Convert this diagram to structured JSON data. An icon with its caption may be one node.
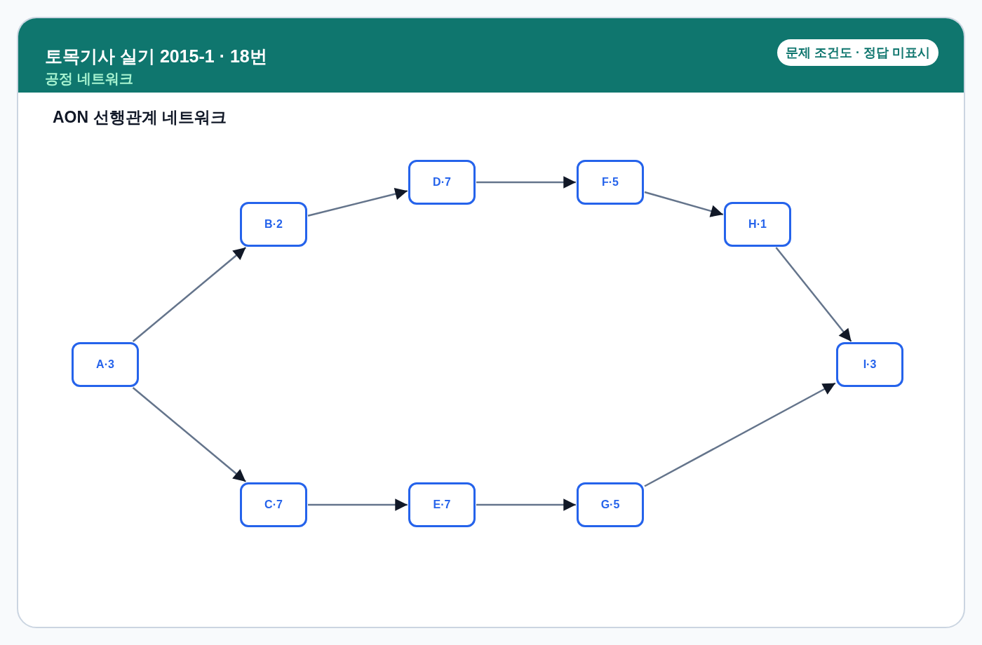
{
  "diagram": {
    "title": "토목기사 실기 2015-1 · 18번",
    "nodes": [
      {
        "text": [
          "A·3"
        ]
      },
      {
        "text": [
          "B·2"
        ]
      },
      {
        "text": [
          "C·7"
        ]
      },
      {
        "text": [
          "D·7"
        ]
      },
      {
        "text": [
          "E·7"
        ]
      },
      {
        "text": [
          "F·5"
        ]
      },
      {
        "text": [
          "G·5"
        ]
      },
      {
        "text": [
          "H·1"
        ]
      },
      {
        "text": [
          "I·3"
        ]
      }
    ],
    "edges": [
      {
        "from": 0,
        "to": 1,
        "arrow": "to"
      },
      {
        "from": 0,
        "to": 2,
        "arrow": "to"
      },
      {
        "from": 1,
        "to": 3,
        "arrow": "to"
      },
      {
        "from": 3,
        "to": 5,
        "arrow": "to"
      },
      {
        "from": 5,
        "to": 7,
        "arrow": "to"
      },
      {
        "from": 7,
        "to": 8,
        "arrow": "to"
      },
      {
        "from": 2,
        "to": 4,
        "arrow": "to"
      },
      {
        "from": 4,
        "to": 6,
        "arrow": "to"
      },
      {
        "from": 6,
        "to": 8,
        "arrow": "to"
      }
    ],
    "labels": [
      "공정 네트워크",
      "문제 조건도 · 정답 미표시",
      "AON 선행관계 네트워크"
    ]
  }
}
